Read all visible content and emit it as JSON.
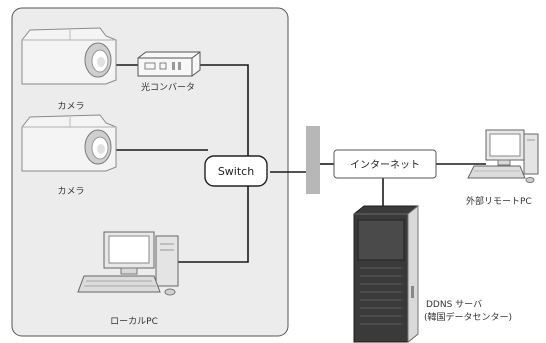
{
  "nodes": {
    "camera1": {
      "label": "カメラ"
    },
    "camera2": {
      "label": "カメラ"
    },
    "converter": {
      "label": "光コンバータ"
    },
    "local_pc": {
      "label": "ローカルPC"
    },
    "switch": {
      "label": "Switch"
    },
    "internet": {
      "label": "インターネット"
    },
    "remote_pc": {
      "label": "外部リモートPC"
    },
    "ddns_server": {
      "line1": "DDNS サーバ",
      "line2": "(韓国データセンター)"
    }
  }
}
